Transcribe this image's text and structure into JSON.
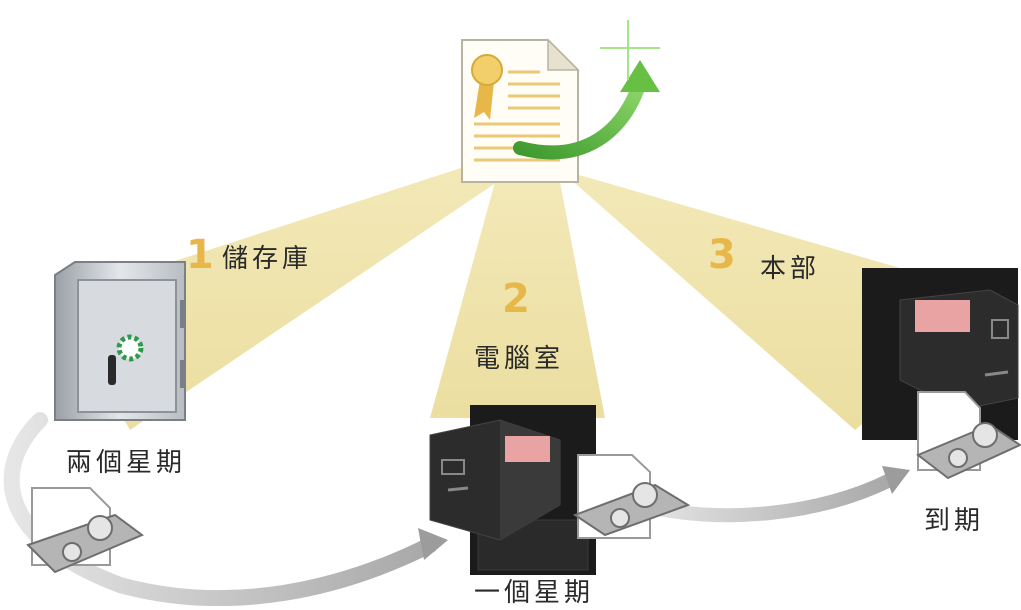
{
  "steps": [
    {
      "number": "1",
      "location": "儲存庫",
      "duration": "兩個星期"
    },
    {
      "number": "2",
      "location": "電腦室",
      "duration": "一個星期"
    },
    {
      "number": "3",
      "location": "本部",
      "duration": "到期"
    }
  ],
  "colors": {
    "beam": "#efe3a8",
    "step_number": "#e8b74a",
    "arrow_green": "#5fb83f",
    "arrow_gray": "#c9c9c9",
    "cabinet": "#1b1b1b"
  },
  "icons": [
    "certificate-document-icon",
    "green-curved-arrow-icon",
    "safe-icon",
    "file-cabinet-icon",
    "tape-cartridge-icon",
    "gray-curved-arrow-icon"
  ]
}
